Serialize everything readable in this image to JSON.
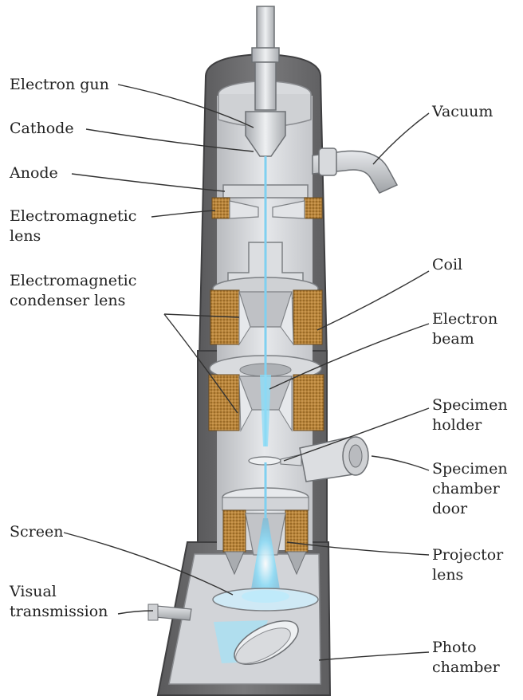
{
  "labels": {
    "electron_gun": "Electron gun",
    "cathode": "Cathode",
    "anode": "Anode",
    "em_lens_1": "Electromagnetic",
    "em_lens_2": "lens",
    "condenser_1": "Electromagnetic",
    "condenser_2": "condenser lens",
    "screen": "Screen",
    "visual_1": "Visual",
    "visual_2": "transmission",
    "vacuum": "Vacuum",
    "coil": "Coil",
    "beam_1": "Electron",
    "beam_2": "beam",
    "holder_1": "Specimen",
    "holder_2": "holder",
    "door_1": "Specimen",
    "door_2": "chamber",
    "door_3": "door",
    "projector_1": "Projector",
    "projector_2": "lens",
    "photo_1": "Photo",
    "photo_2": "chamber"
  },
  "colors": {
    "housing": "#6e6e70",
    "housing_dark": "#4a4a4c",
    "interior": "#c9cbcf",
    "interior_light": "#e4e6e9",
    "coil": "#b8853a",
    "beam": "#7fd0f0",
    "leader": "#333333"
  }
}
